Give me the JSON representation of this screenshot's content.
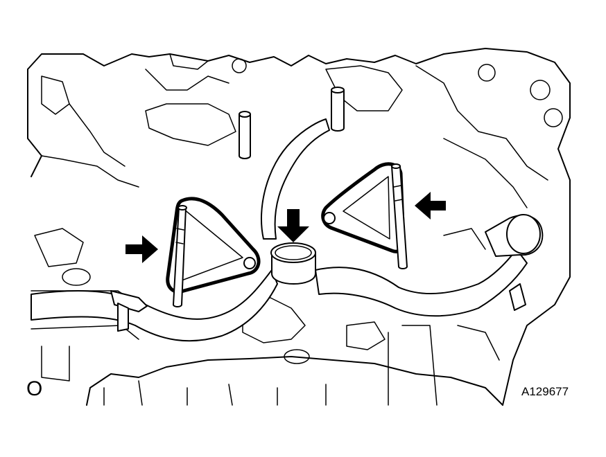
{
  "figure": {
    "view_marker": "O",
    "figure_id": "A129677"
  },
  "callouts": [
    {
      "icon": "arrow-right-icon",
      "points_to": "left-gasket"
    },
    {
      "icon": "arrow-down-icon",
      "points_to": "center-plug"
    },
    {
      "icon": "arrow-left-icon",
      "points_to": "right-gasket"
    }
  ]
}
